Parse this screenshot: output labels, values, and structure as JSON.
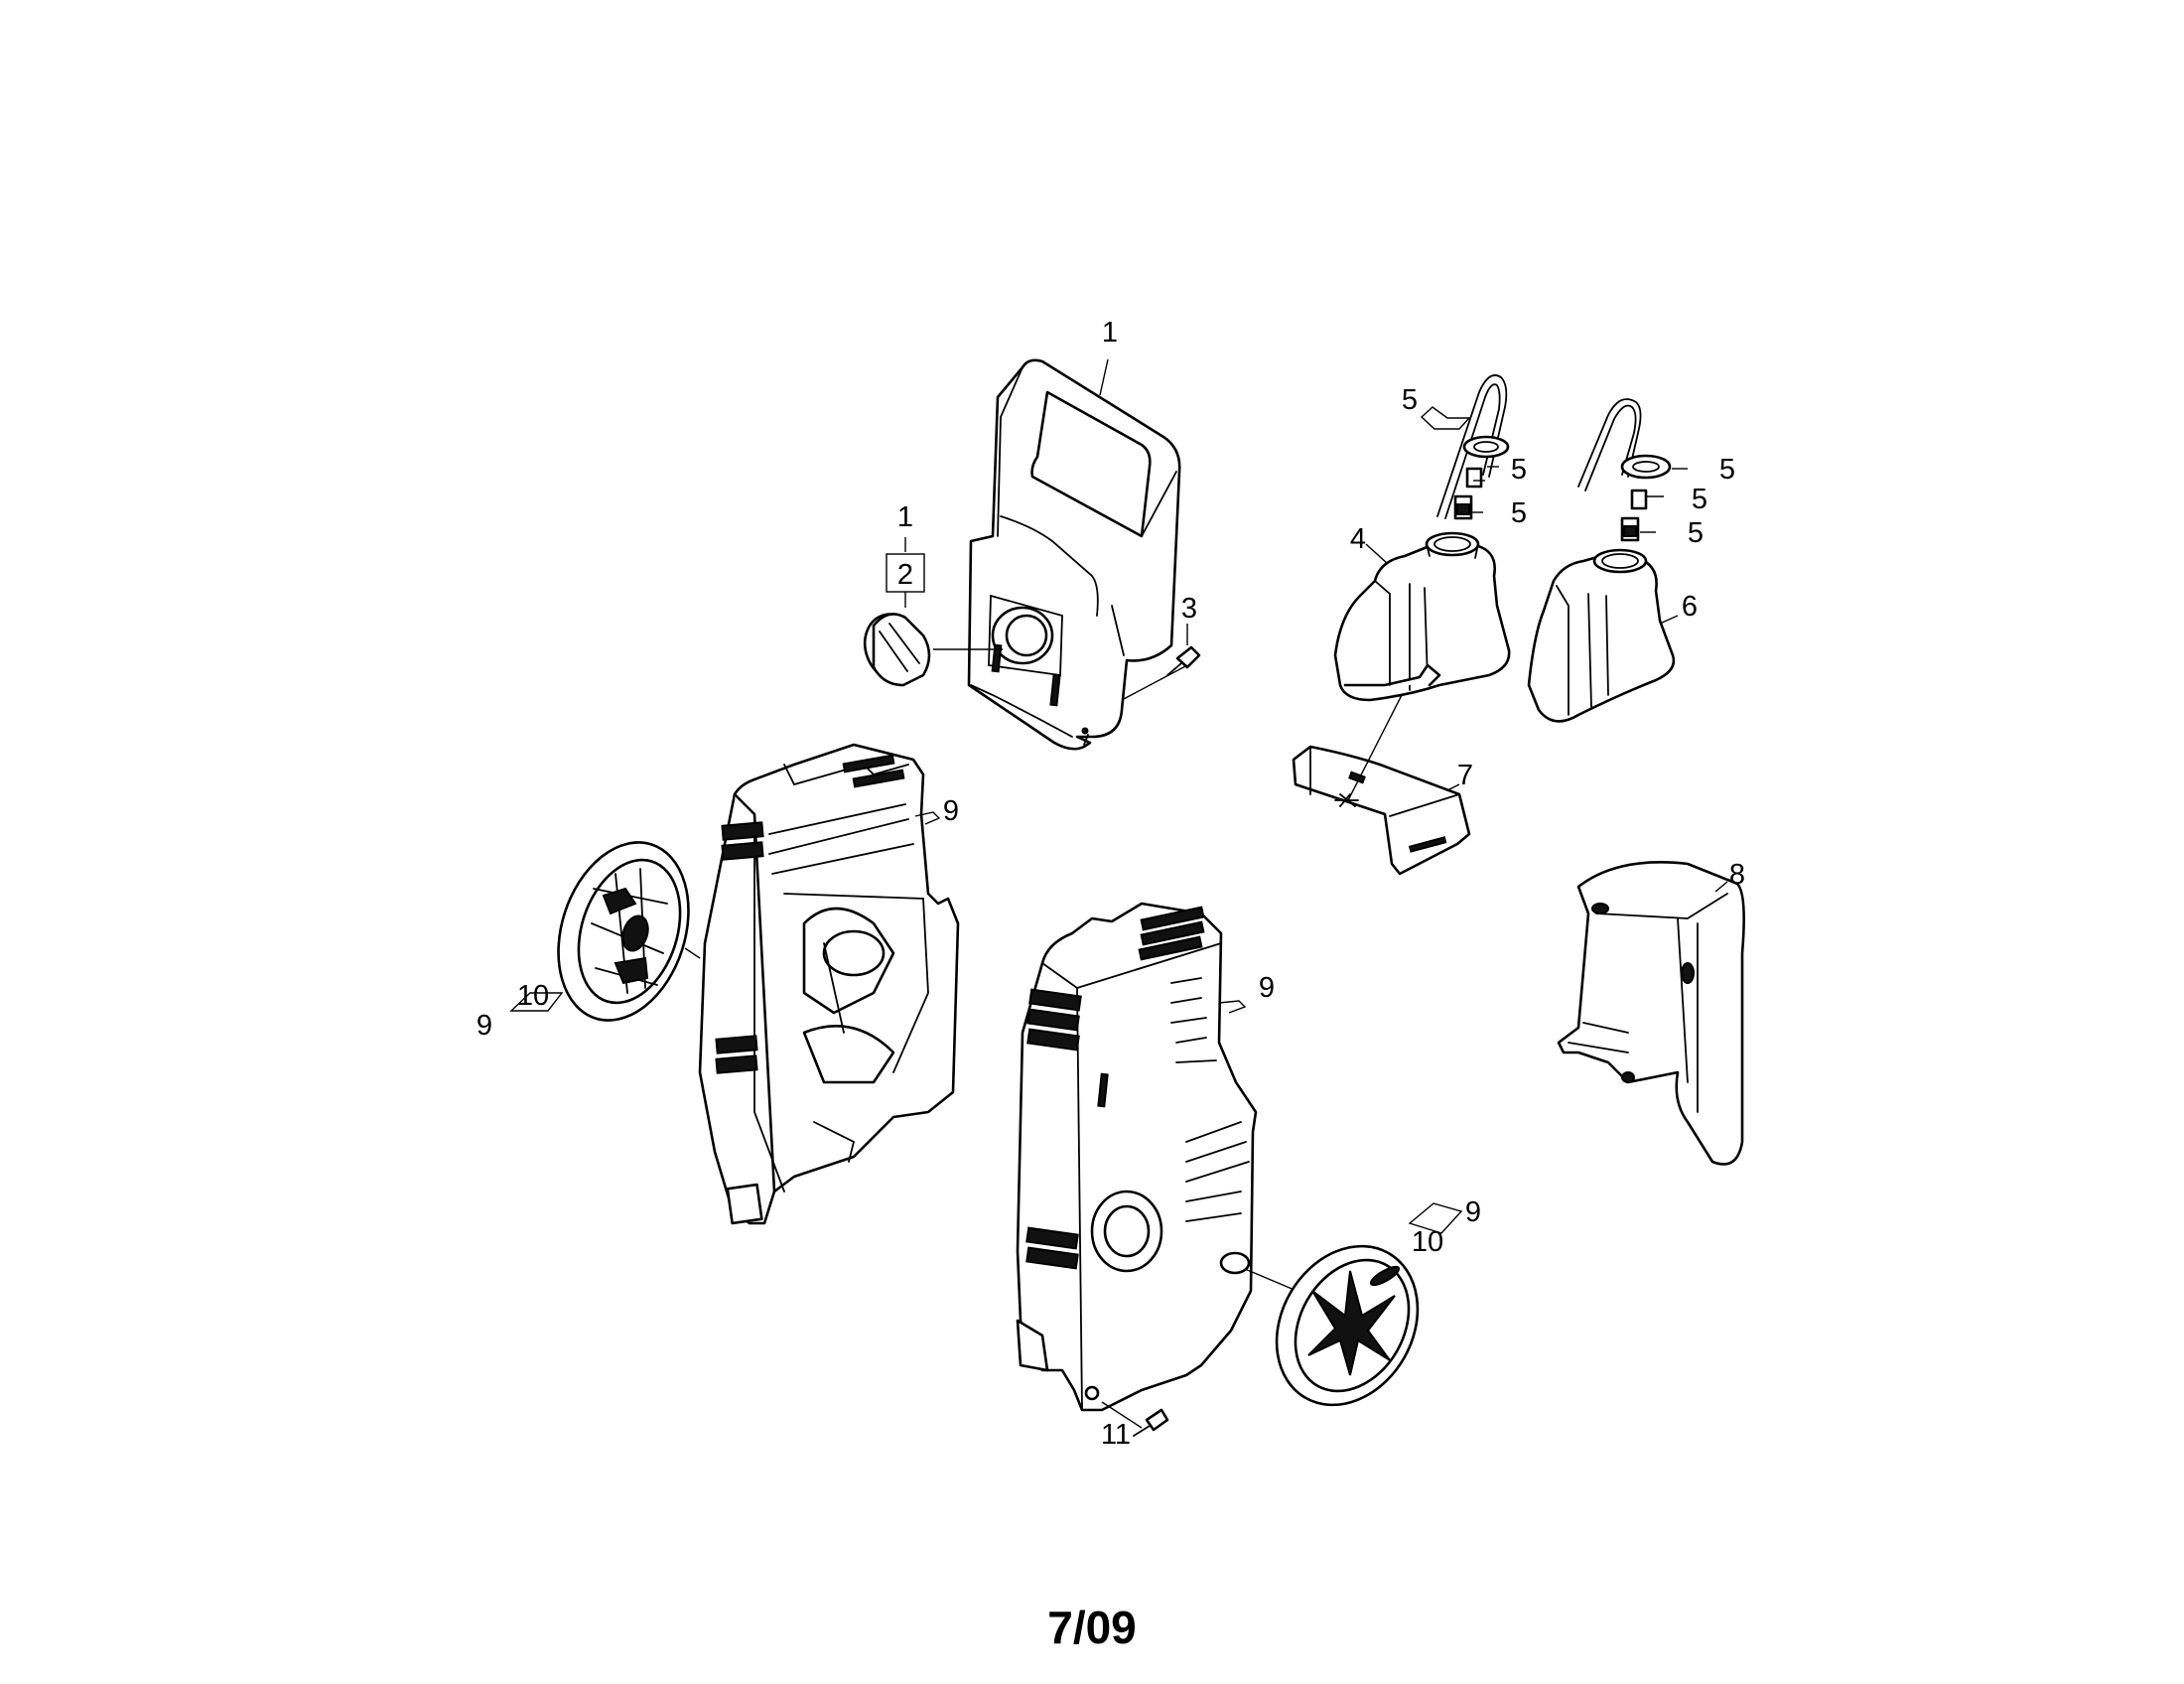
{
  "callouts": {
    "c1_top": "1",
    "c1_knob": "1",
    "c2_knob": "2",
    "c3": "3",
    "c4": "4",
    "c5_a": "5",
    "c5_b": "5",
    "c5_c": "5",
    "c5_d": "5",
    "c5_e": "5",
    "c5_f": "5",
    "c6": "6",
    "c7": "7",
    "c8": "8",
    "c9_left": "9",
    "c9_left_wheel": "9",
    "c10_left_wheel": "10",
    "c9_right_housing": "9",
    "c9_right_wheel": "9",
    "c10_right_wheel": "10",
    "c11": "11"
  },
  "footer": {
    "date_code": "7/09"
  }
}
